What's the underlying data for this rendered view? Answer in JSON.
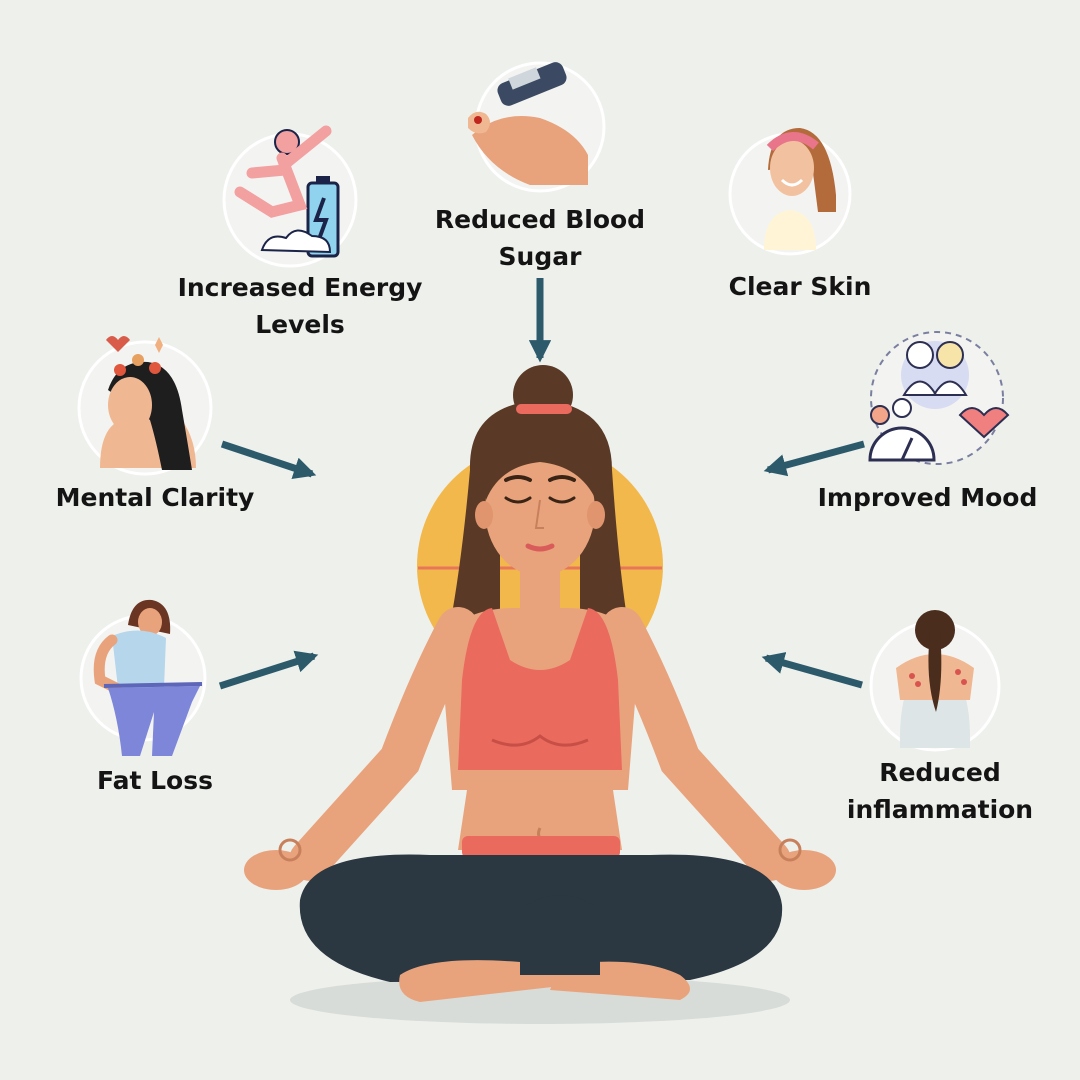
{
  "benefits": [
    {
      "id": "blood-sugar",
      "line1": "Reduced Blood",
      "line2": "Sugar",
      "icon": "glucose-meter-icon"
    },
    {
      "id": "energy",
      "line1": "Increased Energy",
      "line2": "Levels",
      "icon": "jumping-person-battery-icon"
    },
    {
      "id": "skin",
      "line1": "Clear Skin",
      "line2": "",
      "icon": "smiling-woman-headband-icon"
    },
    {
      "id": "clarity",
      "line1": "Mental Clarity",
      "line2": "",
      "icon": "woman-flowers-hair-icon"
    },
    {
      "id": "mood",
      "line1": "Improved Mood",
      "line2": "",
      "icon": "mood-meter-couple-icon"
    },
    {
      "id": "fat-loss",
      "line1": "Fat Loss",
      "line2": "",
      "icon": "woman-loose-pants-icon"
    },
    {
      "id": "inflammation",
      "line1": "Reduced",
      "line2": "inflammation",
      "icon": "back-rash-woman-icon"
    }
  ],
  "central_figure": "meditating-woman-illustration",
  "colors": {
    "background": "#eef0ec",
    "arrow": "#2c5a6b",
    "sun": "#f2b84b",
    "top": "#ea6a5e",
    "skin": "#e8a37c",
    "hair": "#5a3a26",
    "leggings": "#2b3741"
  }
}
